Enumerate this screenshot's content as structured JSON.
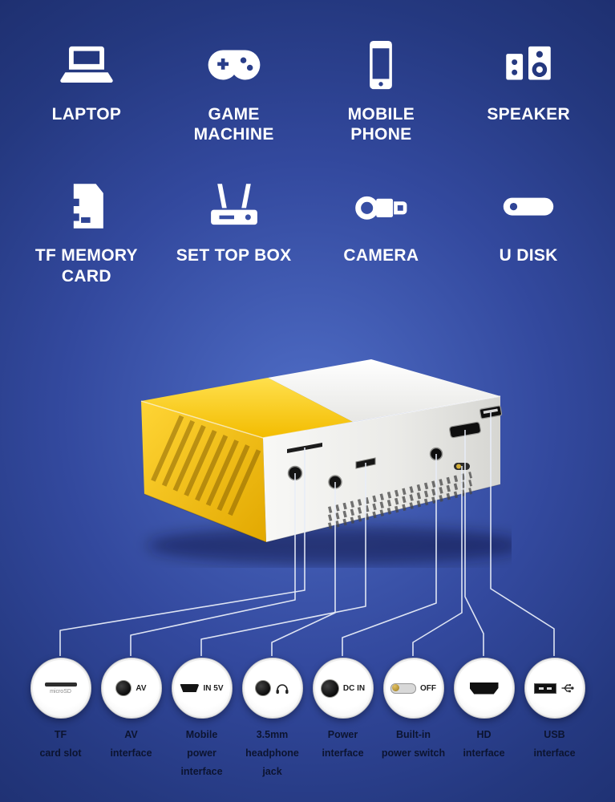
{
  "devices": [
    {
      "label": "LAPTOP"
    },
    {
      "label": "GAME\nMACHINE"
    },
    {
      "label": "MOBILE\nPHONE"
    },
    {
      "label": "SPEAKER"
    },
    {
      "label": "TF MEMORY\nCARD"
    },
    {
      "label": "SET TOP BOX"
    },
    {
      "label": "CAMERA"
    },
    {
      "label": "U DISK"
    }
  ],
  "ports": [
    {
      "label": "TF\ncard slot",
      "marking": "microSD"
    },
    {
      "label": "AV\ninterface",
      "marking": "AV"
    },
    {
      "label": "Mobile\npower\ninterface",
      "marking": "IN 5V"
    },
    {
      "label": "3.5mm\nheadphone\njack",
      "marking": ""
    },
    {
      "label": "Power\ninterface",
      "marking": "DC IN"
    },
    {
      "label": "Built-in\npower switch",
      "marking": "OFF"
    },
    {
      "label": "HD\ninterface",
      "marking": ""
    },
    {
      "label": "USB\ninterface",
      "marking": ""
    }
  ],
  "colors": {
    "background_center": "#4f6dc6",
    "background_edge": "#1a2a66",
    "projector_yellow": "#f7c813",
    "projector_white": "#f2f2ef",
    "connector_line": "#e8edf8"
  }
}
